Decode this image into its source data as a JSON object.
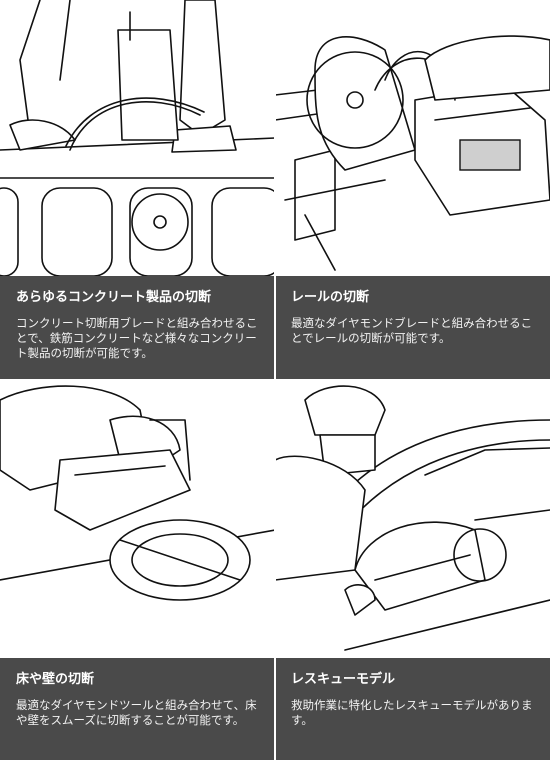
{
  "panels": [
    {
      "title": "あらゆるコンクリート製品の切断",
      "description": "コンクリート切断用ブレードと組み合わせることで、鉄筋コンクリートなど様々なコンクリート製品の切断が可能です。"
    },
    {
      "title": "レールの切断",
      "description": "最適なダイヤモンドブレードと組み合わせることでレールの切断が可能です。"
    },
    {
      "title": "床や壁の切断",
      "description": "最適なダイヤモンドツールと組み合わせて、床や壁をスムーズに切断することが可能です。"
    },
    {
      "title": "レスキューモデル",
      "description": "救助作業に特化したレスキューモデルがあります。"
    }
  ],
  "colors": {
    "caption_background": "#4a4a4a",
    "caption_text": "#ffffff",
    "illustration_background": "#ffffff"
  },
  "illustrations": [
    "concrete-product-cutting-illustration",
    "rail-cutting-illustration",
    "floor-wall-cutting-illustration",
    "rescue-model-illustration"
  ]
}
